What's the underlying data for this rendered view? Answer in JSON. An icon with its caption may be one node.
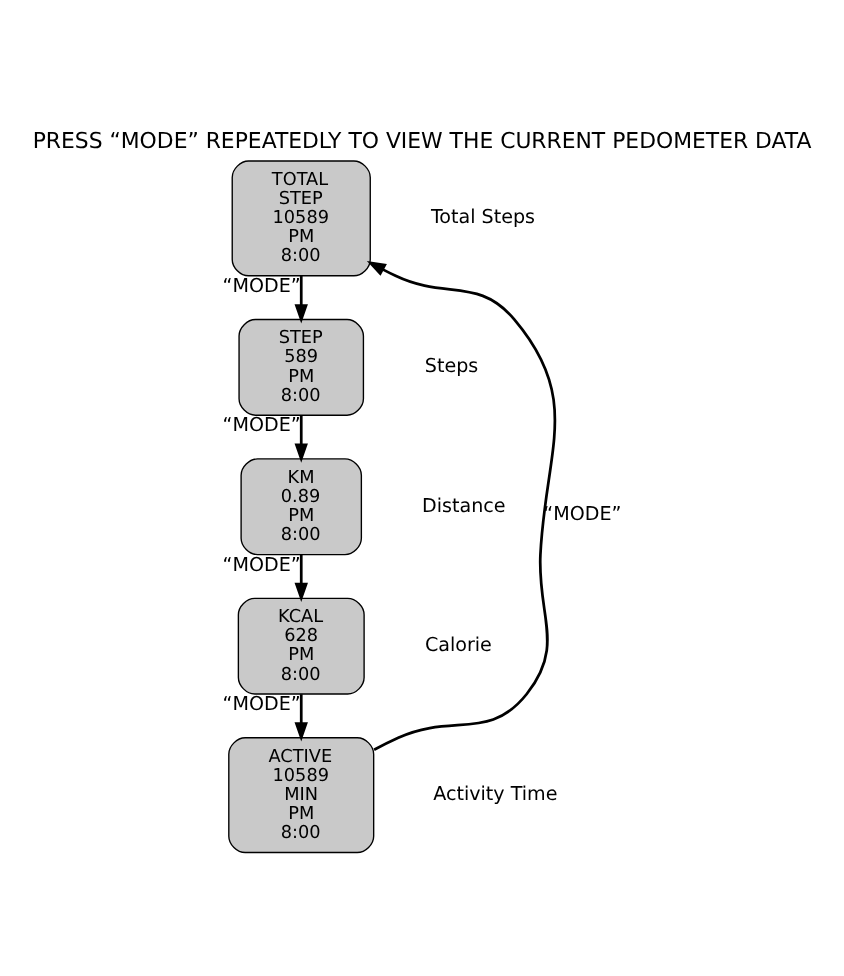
{
  "diagram": {
    "title": "PRESS “MODE” REPEATEDLY TO VIEW THE CURRENT PEDOMETER DATA",
    "nodes": [
      {
        "text": [
          "TOTAL",
          "STEP",
          "10589",
          "PM",
          "8:00"
        ],
        "beside": [
          "Total Steps"
        ]
      },
      {
        "text": [
          "STEP",
          "589",
          "PM",
          "8:00"
        ],
        "beside": [
          "Steps"
        ]
      },
      {
        "text": [
          "KM",
          "0.89",
          "PM",
          "8:00"
        ],
        "beside": [
          "Distance"
        ]
      },
      {
        "text": [
          "KCAL",
          "628",
          "PM",
          "8:00"
        ],
        "beside": [
          "Calorie"
        ]
      },
      {
        "text": [
          "ACTIVE",
          "10589",
          "MIN",
          "PM",
          "8:00"
        ],
        "beside": [
          "Activity Time"
        ]
      }
    ],
    "edges": [
      {
        "from": 0,
        "to": 1,
        "arrow": "to",
        "label": "“MODE”"
      },
      {
        "from": 1,
        "to": 2,
        "arrow": "to",
        "label": "“MODE”"
      },
      {
        "from": 2,
        "to": 3,
        "arrow": "to",
        "label": "“MODE”"
      },
      {
        "from": 3,
        "to": 4,
        "arrow": "to",
        "label": "“MODE”"
      },
      {
        "from": 4,
        "to": 0,
        "arrow": "to",
        "label": "“MODE”"
      }
    ]
  }
}
